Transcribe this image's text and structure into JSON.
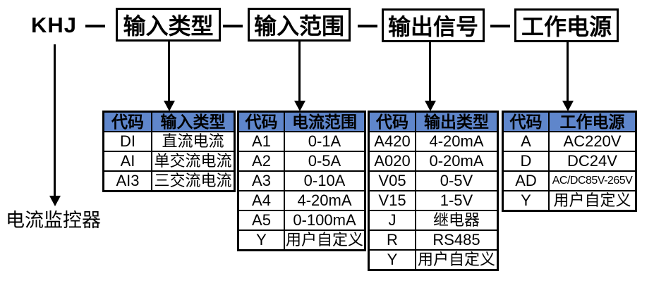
{
  "diagram": {
    "model_prefix": "KHJ",
    "model_prefix_caption": "电流监控器",
    "segments": [
      "输入类型",
      "输入范围",
      "输出信号",
      "工作电源"
    ]
  },
  "tables": [
    {
      "name": "input-type",
      "headers": [
        "代码",
        "输入类型"
      ],
      "rows": [
        [
          "DI",
          "直流电流"
        ],
        [
          "AI",
          "单交流电流"
        ],
        [
          "AI3",
          "三交流电流"
        ]
      ]
    },
    {
      "name": "current-range",
      "headers": [
        "代码",
        "电流范围"
      ],
      "rows": [
        [
          "A1",
          "0-1A"
        ],
        [
          "A2",
          "0-5A"
        ],
        [
          "A3",
          "0-10A"
        ],
        [
          "A4",
          "4-20mA"
        ],
        [
          "A5",
          "0-100mA"
        ],
        [
          "Y",
          "用户自定义"
        ]
      ]
    },
    {
      "name": "output-type",
      "headers": [
        "代码",
        "输出类型"
      ],
      "rows": [
        [
          "A420",
          "4-20mA"
        ],
        [
          "A020",
          "0-20mA"
        ],
        [
          "V05",
          "0-5V"
        ],
        [
          "V15",
          "1-5V"
        ],
        [
          "J",
          "继电器"
        ],
        [
          "R",
          "RS485"
        ],
        [
          "Y",
          "用户自定义"
        ]
      ]
    },
    {
      "name": "working-power",
      "headers": [
        "代码",
        "工作电源"
      ],
      "rows": [
        [
          "A",
          "AC220V"
        ],
        [
          "D",
          "DC24V"
        ],
        [
          "AD",
          "AC/DC85V-265V"
        ],
        [
          "Y",
          "用户自定义"
        ]
      ]
    }
  ],
  "colors": {
    "header_bg": "#5f86cb",
    "border": "#000000",
    "background": "#ffffff"
  }
}
